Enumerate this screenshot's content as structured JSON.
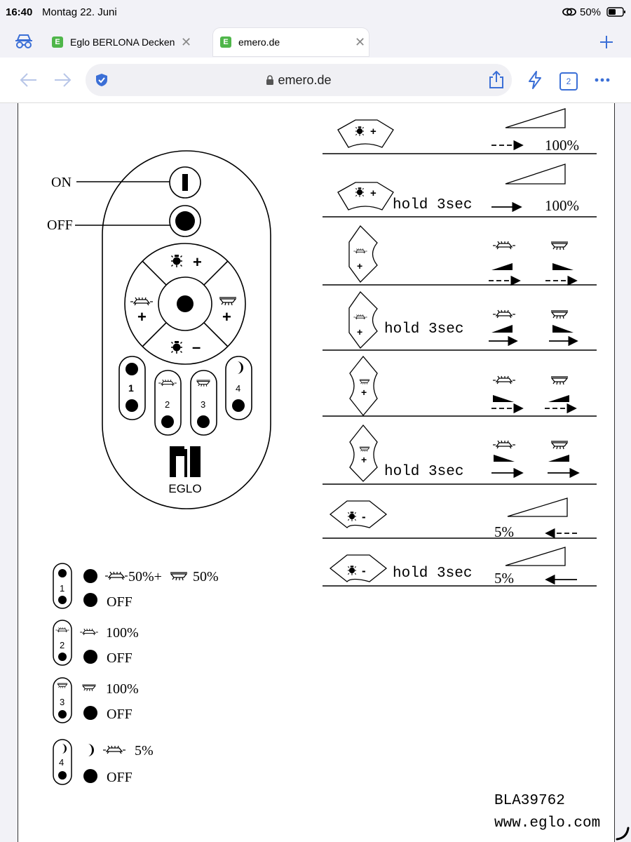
{
  "status": {
    "time": "16:40",
    "date": "Montag 22. Juni",
    "battery": "50%"
  },
  "tabs": [
    {
      "title": "Eglo BERLONA Deckenle",
      "favicon": "E"
    },
    {
      "title": "emero.de",
      "favicon": "E"
    }
  ],
  "toolbar": {
    "url": "emero.de",
    "tab_count": "2"
  },
  "remote": {
    "on_label": "ON",
    "off_label": "OFF",
    "brand": "EGLO",
    "btn1": "1",
    "btn2": "2",
    "btn3": "3",
    "btn4": "4"
  },
  "table": {
    "rows": [
      {
        "hold": "",
        "right_a": "100%"
      },
      {
        "hold": "hold 3sec",
        "right_a": "100%"
      },
      {
        "hold": ""
      },
      {
        "hold": "hold 3sec"
      },
      {
        "hold": ""
      },
      {
        "hold": "hold 3sec"
      },
      {
        "hold": "",
        "right_a": "5%"
      },
      {
        "hold": "hold 3sec",
        "right_a": "5%"
      }
    ]
  },
  "legend": {
    "b1_num": "1",
    "b1_on": "50%+",
    "b1_on2": "50%",
    "b1_off": "OFF",
    "b2_num": "2",
    "b2_on": "100%",
    "b2_off": "OFF",
    "b3_num": "3",
    "b3_on": "100%",
    "b3_off": "OFF",
    "b4_num": "4",
    "b4_on": "5%",
    "b4_off": "OFF"
  },
  "footer": {
    "model": "BLA39762",
    "url": "www.eglo.com"
  }
}
